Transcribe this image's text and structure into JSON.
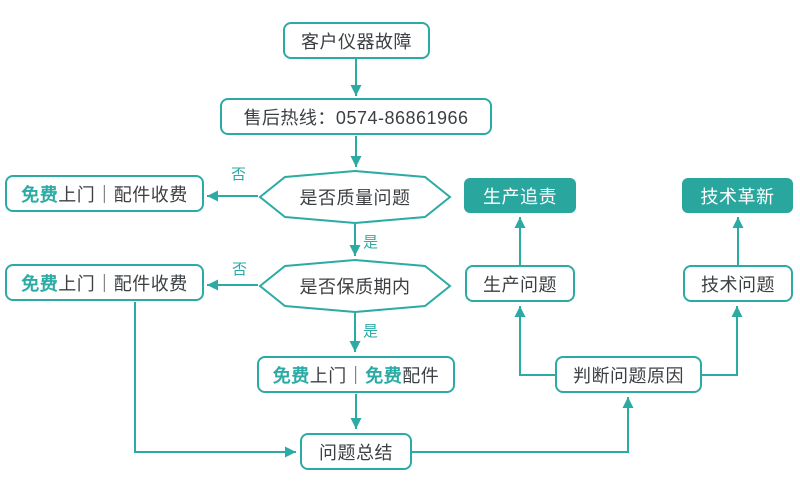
{
  "colors": {
    "accent": "#2caba4",
    "filled_node_fill": "#29a69e",
    "text": "#3d4043",
    "background": "#ffffff"
  },
  "flowchart": {
    "edge_labels": {
      "yes": "是",
      "no": "否"
    },
    "nodes": {
      "start": {
        "label": "客户仪器故障"
      },
      "hotline": {
        "label": "售后热线：0574-86861966"
      },
      "decision_quality": {
        "label": "是否质量问题"
      },
      "decision_warranty": {
        "label": "是否保质期内"
      },
      "free_visit_paid_1": {
        "em": "免费",
        "rest": "上门｜配件收费"
      },
      "free_visit_paid_2": {
        "em": "免费",
        "rest": "上门｜配件收费"
      },
      "free_visit_free": {
        "em1": "免费",
        "mid": "上门｜",
        "em2": "免费",
        "tail": "配件"
      },
      "summary": {
        "label": "问题总结"
      },
      "judge_cause": {
        "label": "判断问题原因"
      },
      "production_issue": {
        "label": "生产问题"
      },
      "tech_issue": {
        "label": "技术问题"
      },
      "production_accountability": {
        "label": "生产追责"
      },
      "tech_innovation": {
        "label": "技术革新"
      }
    }
  }
}
